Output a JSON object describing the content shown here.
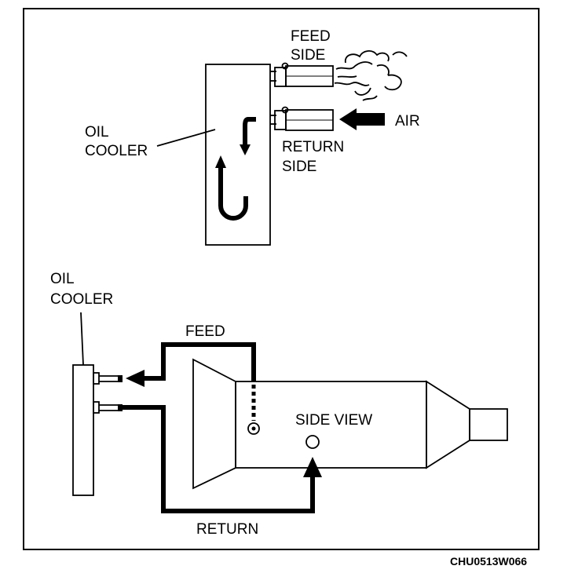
{
  "top_diagram": {
    "labels": {
      "feed_side_1": "FEED",
      "feed_side_2": "SIDE",
      "air": "AIR",
      "oil_cooler_1": "OIL",
      "oil_cooler_2": "COOLER",
      "return_side_1": "RETURN",
      "return_side_2": "SIDE"
    }
  },
  "bottom_diagram": {
    "labels": {
      "oil_cooler_1": "OIL",
      "oil_cooler_2": "COOLER",
      "feed": "FEED",
      "side_view": "SIDE VIEW",
      "return": "RETURN"
    }
  },
  "figure_code": "CHU0513W066"
}
